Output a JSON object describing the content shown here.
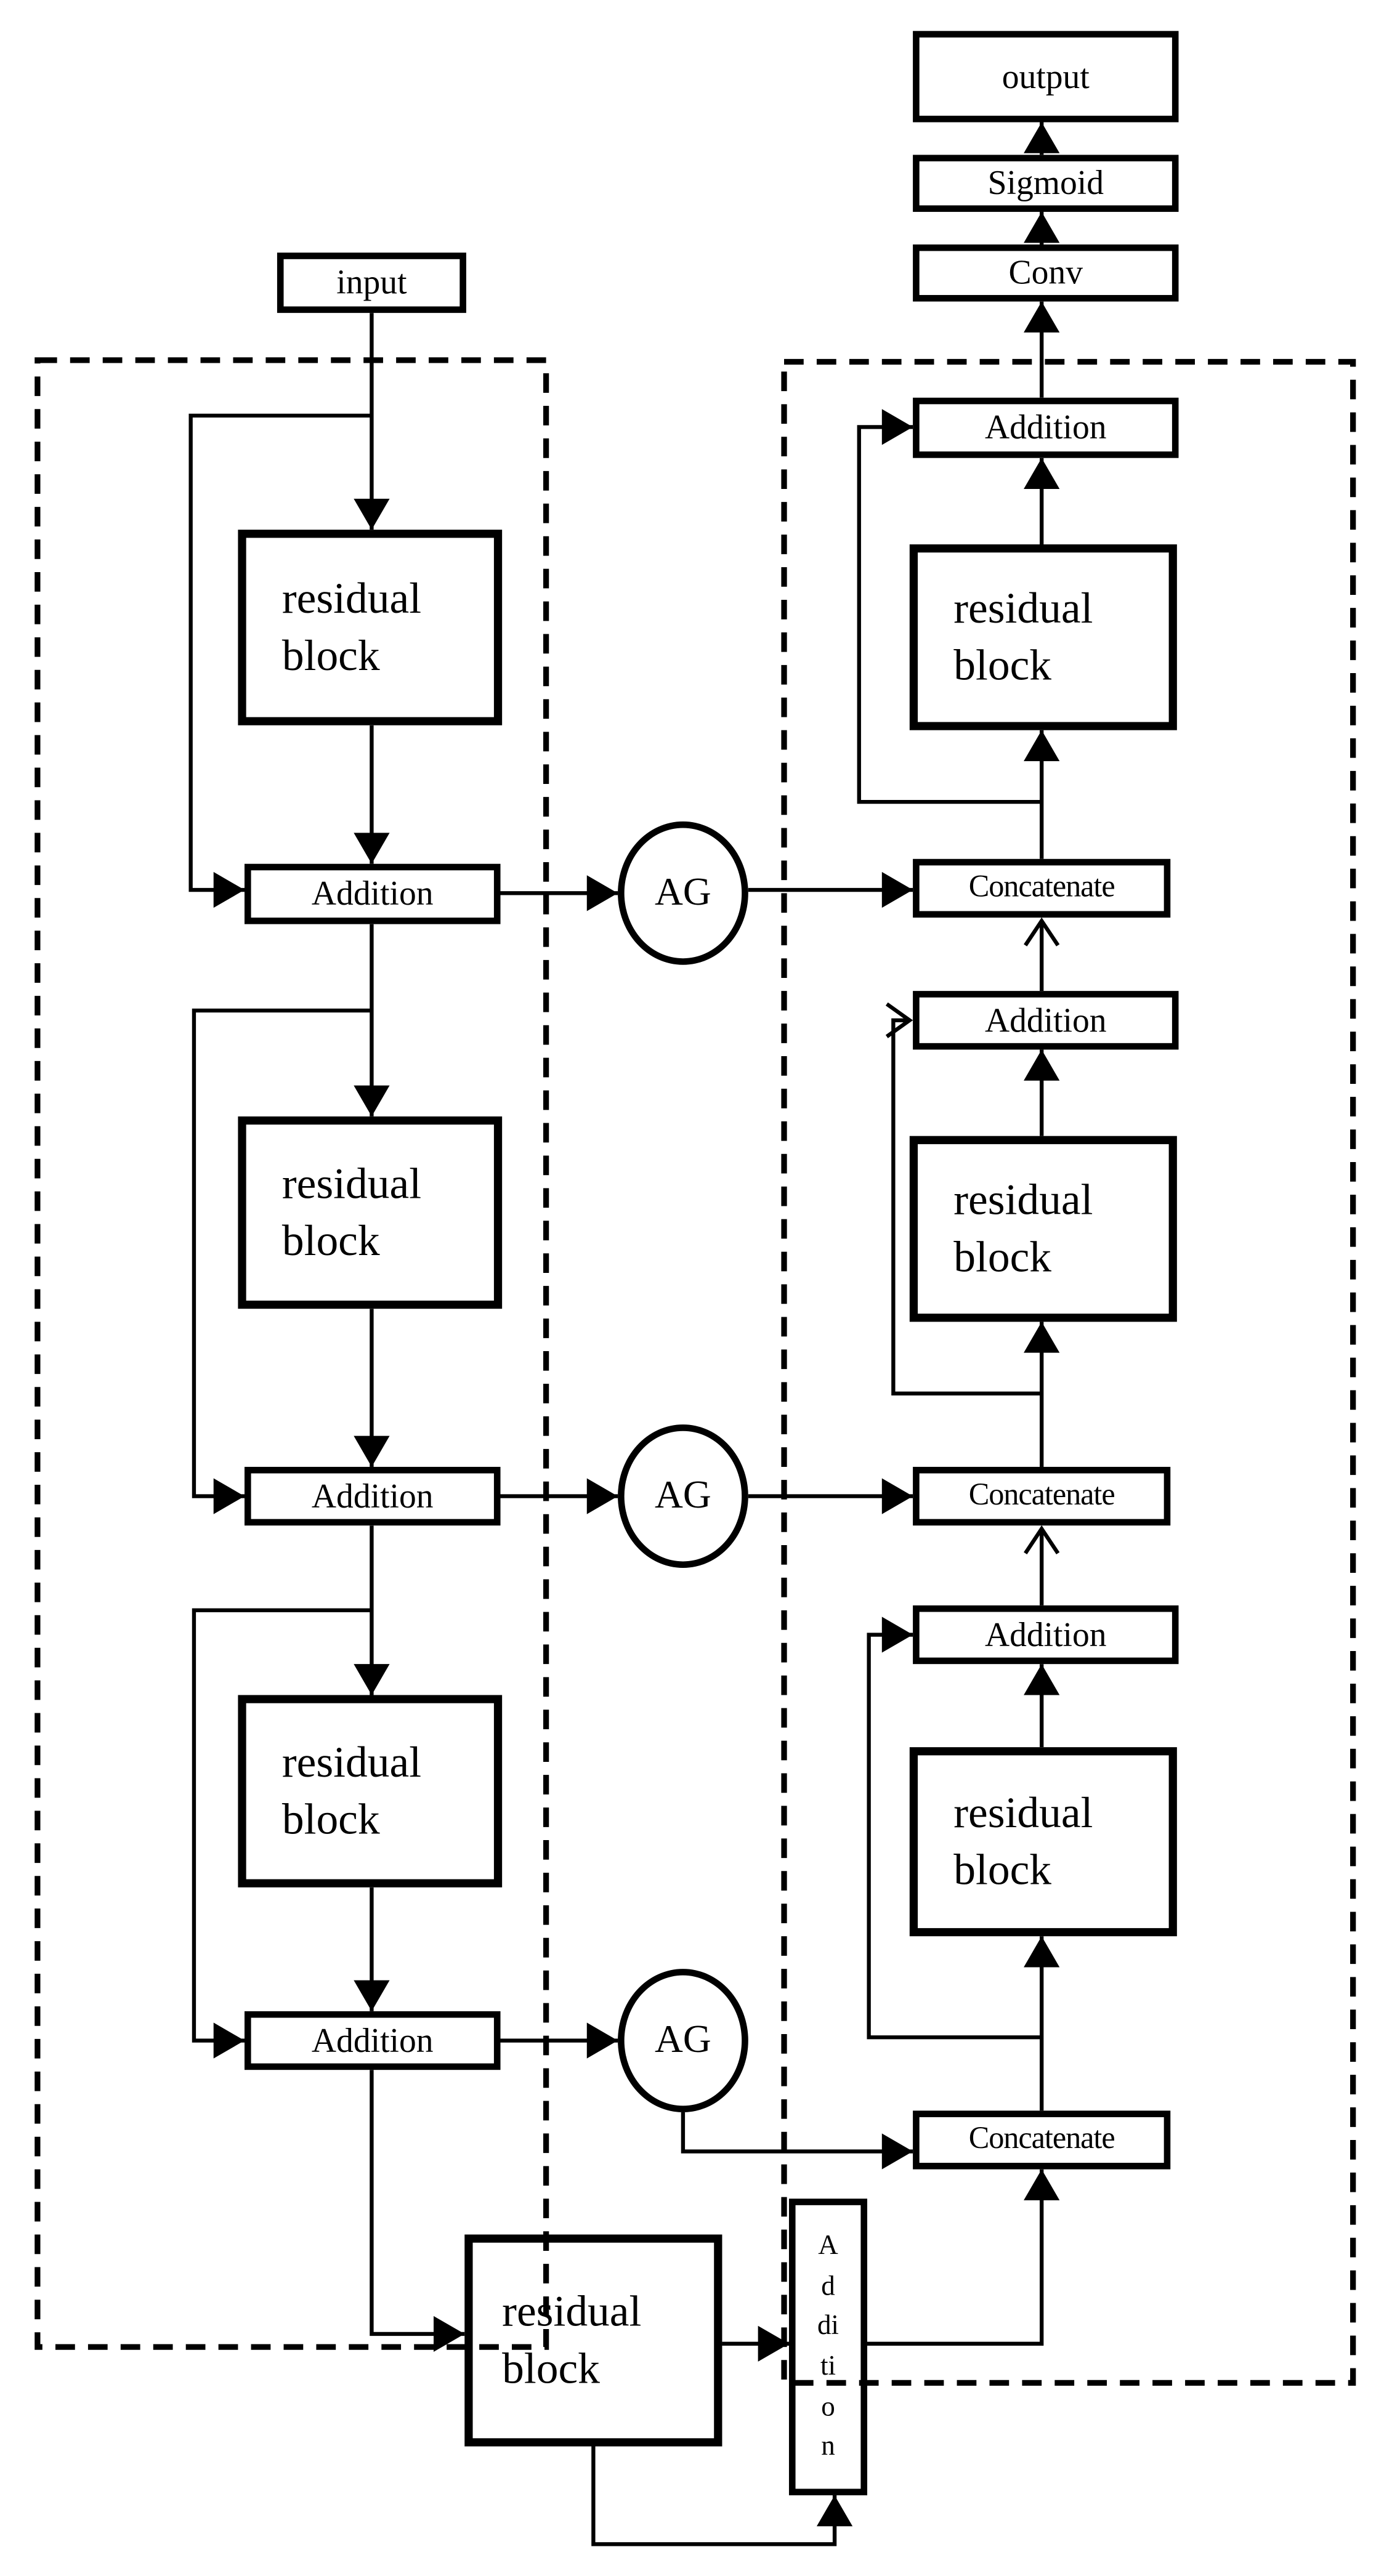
{
  "figure": {
    "background_color": "#ffffff",
    "line_color": "#000000",
    "io": {
      "input_label": "input",
      "output_label": "output"
    },
    "head": {
      "sigmoid_label": "Sigmoid",
      "conv_label": "Conv"
    },
    "common_labels": {
      "residual_block": "residual\nblock",
      "addition": "Addition",
      "concatenate": "Concatenate",
      "attention_gate": "AG"
    },
    "bottleneck": {
      "residual_block": "residual\nblock",
      "addition_vertical_lines": [
        "A",
        "d",
        "di",
        "ti",
        "o",
        "n"
      ]
    },
    "encoder": {
      "residual_block_count": 3,
      "addition_count": 3
    },
    "decoder": {
      "residual_block_count": 3,
      "addition_count": 3,
      "concatenate_count": 3
    },
    "attention_gate_count": 3
  }
}
